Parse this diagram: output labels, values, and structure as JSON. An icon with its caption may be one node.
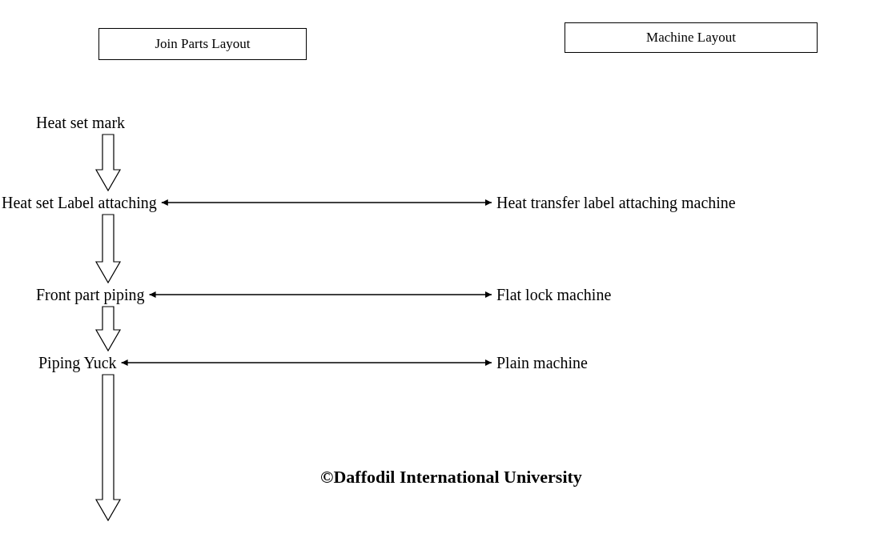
{
  "diagram": {
    "nodes": [
      {
        "text": [
          "Join Parts Layout"
        ]
      },
      {
        "text": [
          "Machine Layout"
        ]
      },
      {
        "text": [
          "Heat set mark"
        ]
      },
      {
        "text": [
          "Heat set Label attaching"
        ]
      },
      {
        "text": [
          "Heat transfer label attaching machine"
        ]
      },
      {
        "text": [
          "Front part piping"
        ]
      },
      {
        "text": [
          "Flat lock machine"
        ]
      },
      {
        "text": [
          "Piping Yuck"
        ]
      },
      {
        "text": [
          "Plain machine"
        ]
      }
    ],
    "edges": [
      {
        "from": 2,
        "to": 3,
        "arrow": "to",
        "style": "thick"
      },
      {
        "from": 3,
        "to": 4,
        "arrow": "both"
      },
      {
        "from": 3,
        "to": 5,
        "arrow": "to",
        "style": "thick"
      },
      {
        "from": 5,
        "to": 6,
        "arrow": "both"
      },
      {
        "from": 5,
        "to": 7,
        "arrow": "to",
        "style": "thick"
      },
      {
        "from": 7,
        "to": 8,
        "arrow": "both"
      },
      {
        "from": 7,
        "to": null,
        "arrow": "to",
        "style": "thick"
      }
    ],
    "labels": [
      "©Daffodil International University"
    ]
  }
}
